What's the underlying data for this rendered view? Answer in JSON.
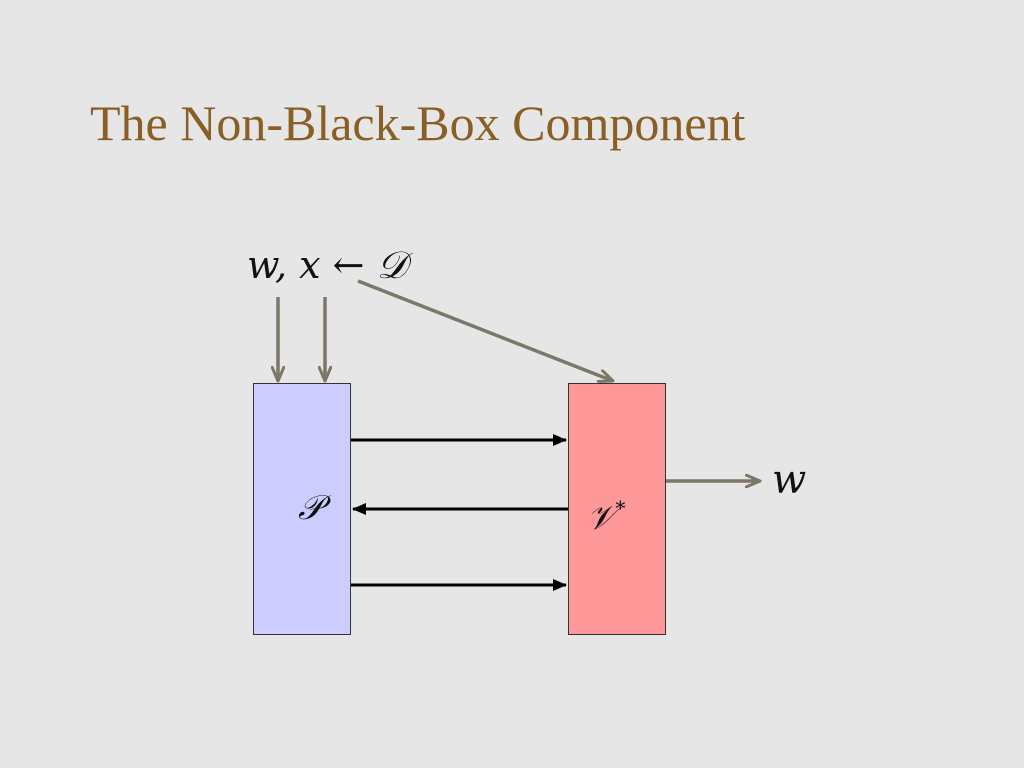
{
  "slide": {
    "title": "The Non-Black-Box Component"
  },
  "diagram": {
    "input_label": "w, x ← 𝒟",
    "prover_label": "𝒫",
    "verifier_label": "𝒱",
    "verifier_superscript": "*",
    "output_label": "w"
  },
  "colors": {
    "title": "#8a5f26",
    "background": "#e6e6e6",
    "prover_fill": "#ccccff",
    "verifier_fill": "#ff9999",
    "input_arrow": "#7d776a",
    "message_arrow": "#000000"
  }
}
